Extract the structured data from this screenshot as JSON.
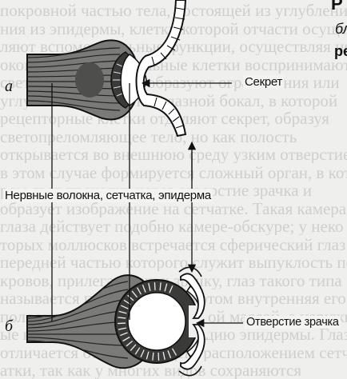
{
  "heading_fragments": {
    "top": "Р",
    "italic": "бл",
    "bottom": "ре"
  },
  "labels": {
    "secret": "Секрет",
    "nerve": "Нервные волокна, сетчатка, эпидерма",
    "pupil": "Отверстие зрачка",
    "letter_a": "а",
    "letter_b": "б"
  },
  "background_text": [
    "покровной частью тела, состоящей из углубления",
    "ния из эпидермы, клетки которой отчасти осуществ",
    "ляют вспомогательные функции, осуществляя нервн",
    "окончания: их зрительные клетки воспринимают",
    "свет, а окружающие образуют ограничения или",
    "углубления, образуют глазной бокал, в которой",
    "рецепторные клетки отделяют секрет, образуя",
    "светопреломляющее тело, но как полость",
    "открывается во внешнюю среду узким отверстием",
    "в этом случае формируется сложный орган, в кото",
    "ром свет проходит через отверстие зрачка и",
    "образует изображение на сетчатке. Такая камера",
    "глаза действует подобно камере-обскуре; у неко",
    "торых моллюсков встречается сферический глаз",
    "передней частью которого служит выпуклость по",
    "кровов, прилегающих к зрачку, глаз такого типа",
    "называется пузырьком, при этом внутренняя его",
    "полость заполнена студенистой массой, а наружн",
    "ые клетки продолжают функцию эпидермы. Глаз",
    "отличается от предыдущего расположением сетч",
    "атки, так как у многих видов сохраняются"
  ]
}
